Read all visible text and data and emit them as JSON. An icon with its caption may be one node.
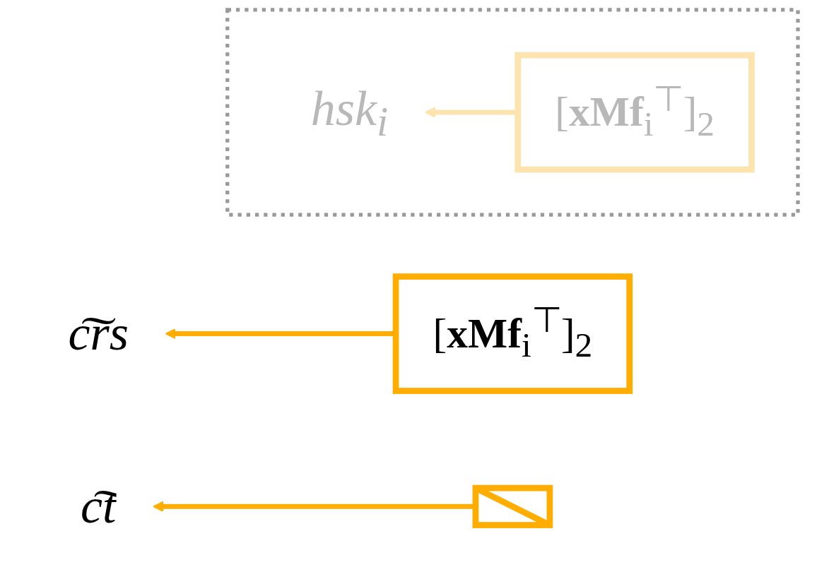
{
  "diagram": {
    "nodes": [
      {
        "text": [
          "c͠rs"
        ]
      },
      {
        "text": [
          "[**xMf**$_{i}$$^{⊤}$]$_{2}$"
        ]
      },
      {
        "text": [],
        "shape": "box"
      },
      {
        "text": [
          "hsk$_{i}$"
        ],
        "in": 2
      },
      {
        "text": [
          "[**xMf**$_{i}$$^{⊤}$]$_{2}$"
        ],
        "in": 2
      },
      {
        "text": [
          "c͠t"
        ]
      },
      {
        "text": [],
        "shape": "box"
      }
    ],
    "edges": [
      {
        "from": 1,
        "to": 0,
        "arrow": "to"
      },
      {
        "from": 4,
        "to": 3,
        "arrow": "to",
        "color": "#fde3ae"
      },
      {
        "from": 6,
        "to": 5,
        "arrow": "to"
      }
    ]
  }
}
